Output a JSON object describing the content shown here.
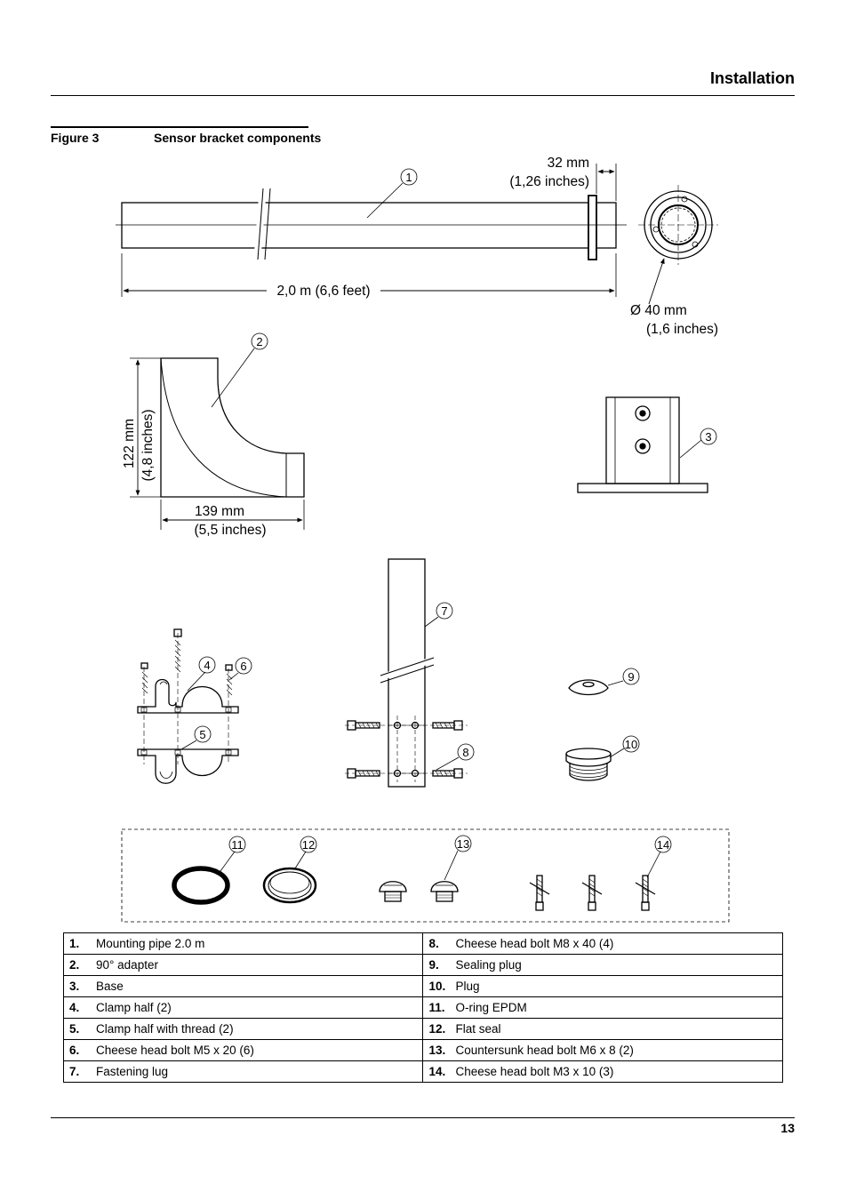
{
  "header": {
    "title": "Installation"
  },
  "figure": {
    "label": "Figure 3",
    "title": "Sensor bracket components"
  },
  "callouts": [
    "1",
    "2",
    "3",
    "4",
    "5",
    "6",
    "7",
    "8",
    "9",
    "10",
    "11",
    "12",
    "13",
    "14"
  ],
  "dimensions": {
    "pipe_flange_mm": "32 mm",
    "pipe_flange_in": "(1,26 inches)",
    "pipe_length": "2,0 m (6,6 feet)",
    "pipe_diameter_mm": "Ø 40 mm",
    "pipe_diameter_in": "(1,6 inches)",
    "adapter_height_mm": "122 mm",
    "adapter_height_in": "(4,8 inches)",
    "adapter_width_mm": "139 mm",
    "adapter_width_in": "(5,5 inches)"
  },
  "parts": [
    {
      "left_num": "1.",
      "left_text": "Mounting pipe 2.0 m",
      "right_num": "8.",
      "right_text": "Cheese head bolt M8 x 40 (4)"
    },
    {
      "left_num": "2.",
      "left_text": "90° adapter",
      "right_num": "9.",
      "right_text": "Sealing plug"
    },
    {
      "left_num": "3.",
      "left_text": "Base",
      "right_num": "10.",
      "right_text": "Plug"
    },
    {
      "left_num": "4.",
      "left_text": "Clamp half (2)",
      "right_num": "11.",
      "right_text": "O-ring EPDM"
    },
    {
      "left_num": "5.",
      "left_text": "Clamp half with thread (2)",
      "right_num": "12.",
      "right_text": "Flat seal"
    },
    {
      "left_num": "6.",
      "left_text": "Cheese head bolt M5 x 20 (6)",
      "right_num": "13.",
      "right_text": "Countersunk head bolt M6 x 8 (2)"
    },
    {
      "left_num": "7.",
      "left_text": "Fastening lug",
      "right_num": "14.",
      "right_text": "Cheese head bolt M3 x 10 (3)"
    }
  ],
  "footer": {
    "page_number": "13"
  }
}
